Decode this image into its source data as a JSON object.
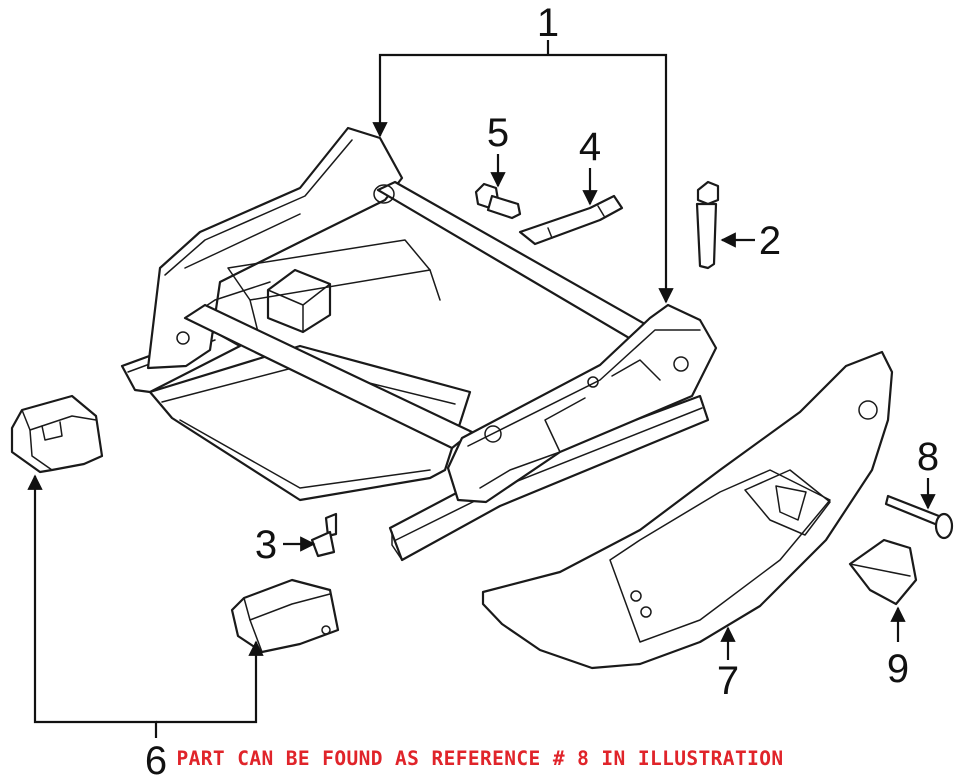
{
  "callouts": {
    "c1": "1",
    "c2": "2",
    "c3": "3",
    "c4": "4",
    "c5": "5",
    "c6": "6",
    "c7": "7",
    "c8": "8",
    "c9": "9"
  },
  "footer_note": "PART CAN BE FOUND AS REFERENCE # 8 IN ILLUSTRATION",
  "colors": {
    "line": "#1a1a1a",
    "note": "#e0242a",
    "background": "#ffffff"
  }
}
